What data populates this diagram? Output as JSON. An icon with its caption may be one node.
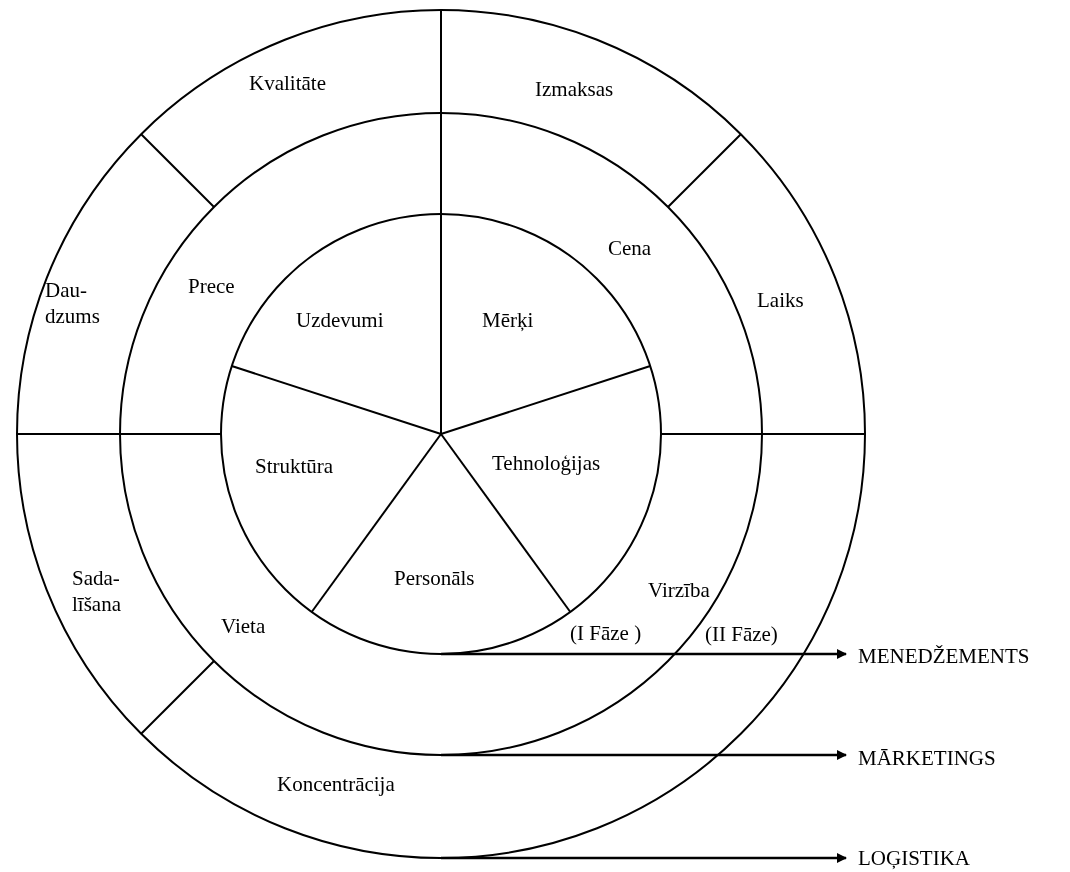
{
  "diagram": {
    "nodes": [
      {
        "text": [
          "Kvalitāte"
        ]
      },
      {
        "text": [
          "Izmaksas"
        ]
      },
      {
        "text": [
          "Dau- dzums"
        ]
      },
      {
        "text": [
          "Prece"
        ]
      },
      {
        "text": [
          "Cena"
        ]
      },
      {
        "text": [
          "Laiks"
        ]
      },
      {
        "text": [
          "Uzdevumi"
        ]
      },
      {
        "text": [
          "Mērķi"
        ]
      },
      {
        "text": [
          "Struktūra"
        ]
      },
      {
        "text": [
          "Tehnoloģijas"
        ]
      },
      {
        "text": [
          "Sada- līšana"
        ]
      },
      {
        "text": [
          "Personāls"
        ]
      },
      {
        "text": [
          "Virzība"
        ]
      },
      {
        "text": [
          "Vieta"
        ]
      },
      {
        "text": [
          "Koncentrācija"
        ]
      },
      {
        "text": [
          "MENEDŽEMENTS"
        ]
      },
      {
        "text": [
          "MĀRKETINGS"
        ]
      },
      {
        "text": [
          "LOĢISTIKA"
        ]
      }
    ],
    "edges": [
      {
        "from": null,
        "to": 15,
        "arrow": "to"
      },
      {
        "from": null,
        "to": 16,
        "arrow": "to"
      },
      {
        "from": null,
        "to": 17,
        "arrow": "to"
      }
    ],
    "labels": [
      "(I Fāze )",
      "(II Fāze)"
    ]
  }
}
